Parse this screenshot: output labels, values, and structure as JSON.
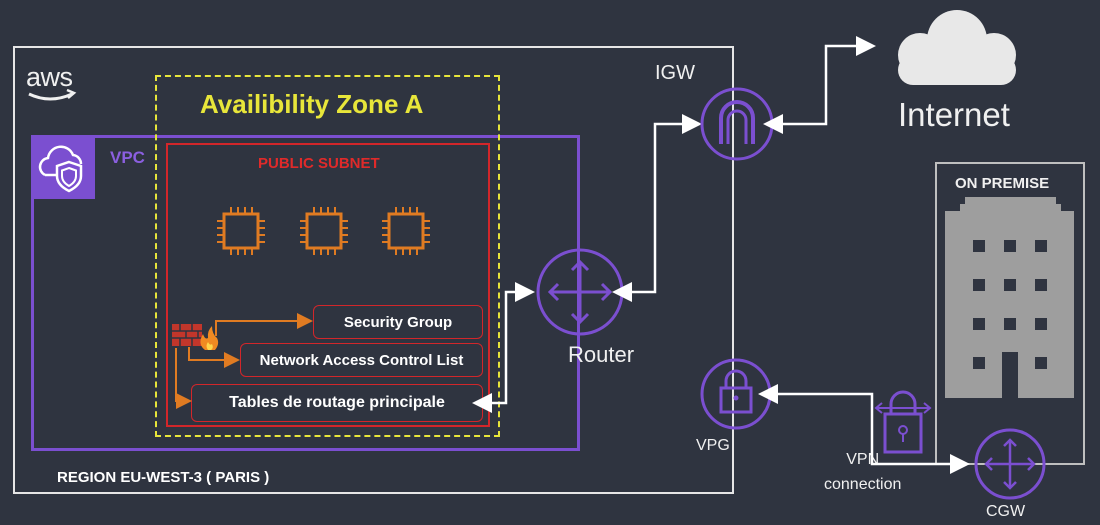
{
  "aws_logo": "aws",
  "vpc_label": "VPC",
  "az_title": "Availibility Zone  A",
  "subnet_title": "PUBLIC SUBNET",
  "rules": {
    "security_group": "Security Group",
    "nacl": "Network Access Control List",
    "route_table": "Tables de routage principale"
  },
  "igw_label": "IGW",
  "internet_label": "Internet",
  "router_label": "Router",
  "vpg_label": "VPG",
  "vpn_label_line1": "VPN",
  "vpn_label_line2": "connection",
  "cgw_label": "CGW",
  "onprem_label": "ON PREMISE",
  "region_label": "REGION EU-WEST-3 ( PARIS )",
  "colors": {
    "background": "#2f3440",
    "vpc": "#7b4fd0",
    "az": "#e8e63a",
    "subnet": "#d2262a",
    "ec2": "#e07b22",
    "lines": "#ffffff"
  },
  "icons": [
    "aws-logo",
    "vpc-shield-icon",
    "ec2-chip-icon",
    "firewall-icon",
    "router-icon",
    "igw-icon",
    "cloud-icon",
    "building-icon",
    "vpg-lock-icon",
    "vpn-lock-icon",
    "cgw-router-icon"
  ]
}
